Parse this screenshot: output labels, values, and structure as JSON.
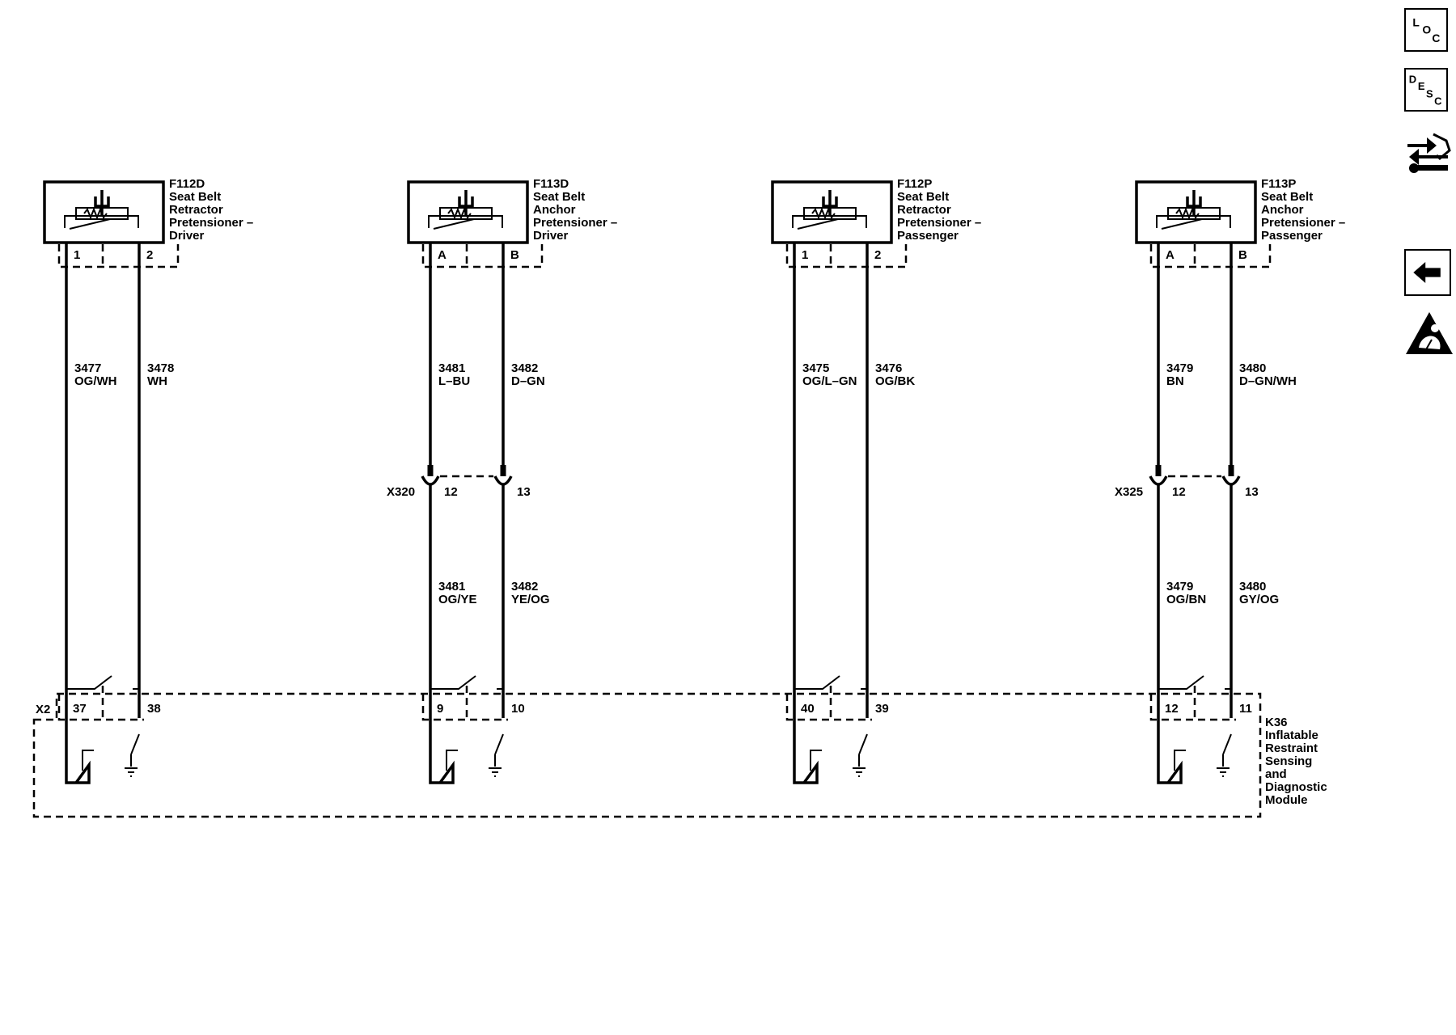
{
  "sidebar": {
    "loc": {
      "letters": [
        "L",
        "O",
        "C"
      ]
    },
    "desc": {
      "letters": [
        "D",
        "E",
        "S",
        "C"
      ]
    },
    "icons": [
      "location-view-icon",
      "description-view-icon",
      "connector-tool-icon",
      "back-arrow-icon",
      "airbag-warning-icon"
    ]
  },
  "components": [
    {
      "id": "F112D",
      "lines": [
        "Seat Belt",
        "Retractor",
        "Pretensioner –",
        "Driver"
      ],
      "pins": [
        "1",
        "2"
      ]
    },
    {
      "id": "F113D",
      "lines": [
        "Seat Belt",
        "Anchor",
        "Pretensioner –",
        "Driver"
      ],
      "pins": [
        "A",
        "B"
      ]
    },
    {
      "id": "F112P",
      "lines": [
        "Seat Belt",
        "Retractor",
        "Pretensioner –",
        "Passenger"
      ],
      "pins": [
        "1",
        "2"
      ]
    },
    {
      "id": "F113P",
      "lines": [
        "Seat Belt",
        "Anchor",
        "Pretensioner –",
        "Passenger"
      ],
      "pins": [
        "A",
        "B"
      ]
    }
  ],
  "upper_wires": [
    [
      {
        "circuit": "3477",
        "color": "OG/WH"
      },
      {
        "circuit": "3478",
        "color": "WH"
      }
    ],
    [
      {
        "circuit": "3481",
        "color": "L–BU"
      },
      {
        "circuit": "3482",
        "color": "D–GN"
      }
    ],
    [
      {
        "circuit": "3475",
        "color": "OG/L–GN"
      },
      {
        "circuit": "3476",
        "color": "OG/BK"
      }
    ],
    [
      {
        "circuit": "3479",
        "color": "BN"
      },
      {
        "circuit": "3480",
        "color": "D–GN/WH"
      }
    ]
  ],
  "inline_connectors": [
    {
      "name": "X320",
      "pins": [
        "12",
        "13"
      ]
    },
    {
      "name": "X325",
      "pins": [
        "12",
        "13"
      ]
    }
  ],
  "lower_wires": [
    [
      {
        "circuit": "3481",
        "color": "OG/YE"
      },
      {
        "circuit": "3482",
        "color": "YE/OG"
      }
    ],
    [
      {
        "circuit": "3479",
        "color": "OG/BN"
      },
      {
        "circuit": "3480",
        "color": "GY/OG"
      }
    ]
  ],
  "module": {
    "connector": "X2",
    "name": "K36",
    "lines": [
      "Inflatable",
      "Restraint",
      "Sensing",
      "and",
      "Diagnostic",
      "Module"
    ],
    "pins": [
      [
        "37",
        "38"
      ],
      [
        "9",
        "10"
      ],
      [
        "40",
        "39"
      ],
      [
        "12",
        "11"
      ]
    ]
  }
}
